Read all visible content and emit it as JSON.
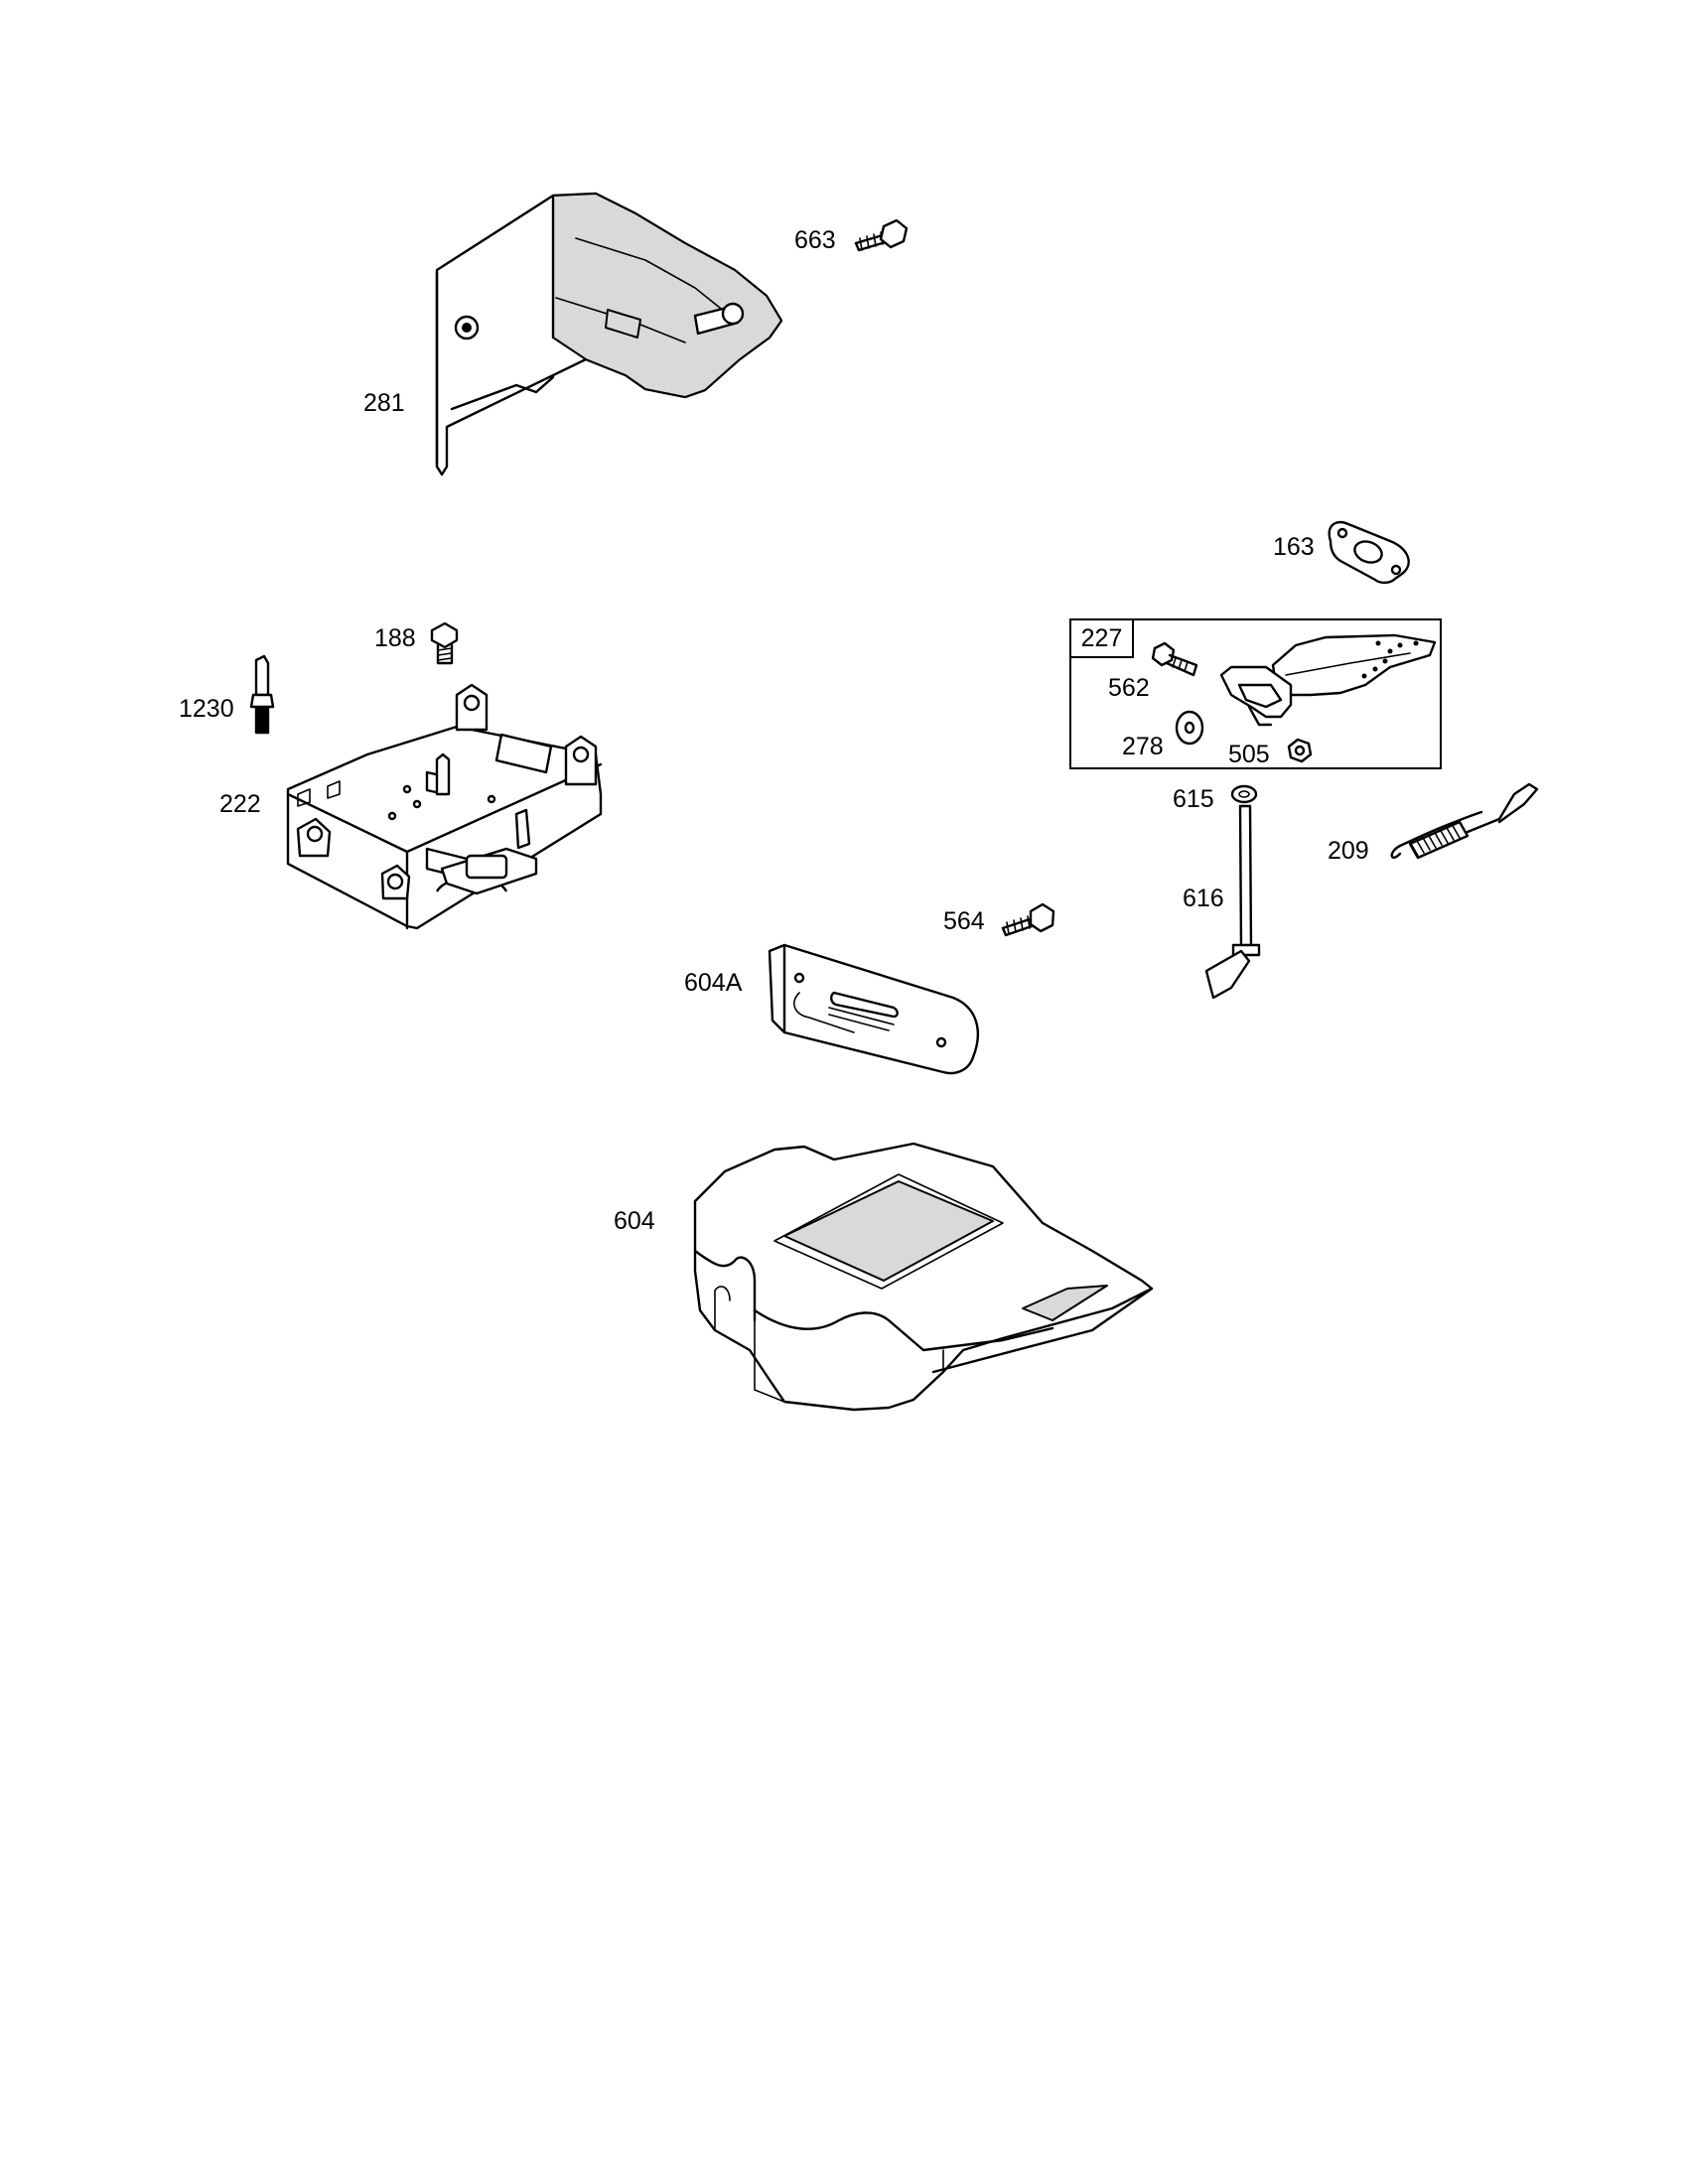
{
  "parts": {
    "p663": "663",
    "p281": "281",
    "p163": "163",
    "p188": "188",
    "p1230": "1230",
    "p222": "222",
    "p227": "227",
    "p562": "562",
    "p278": "278",
    "p505": "505",
    "p615": "615",
    "p209": "209",
    "p616": "616",
    "p564": "564",
    "p604A": "604A",
    "p604": "604"
  }
}
